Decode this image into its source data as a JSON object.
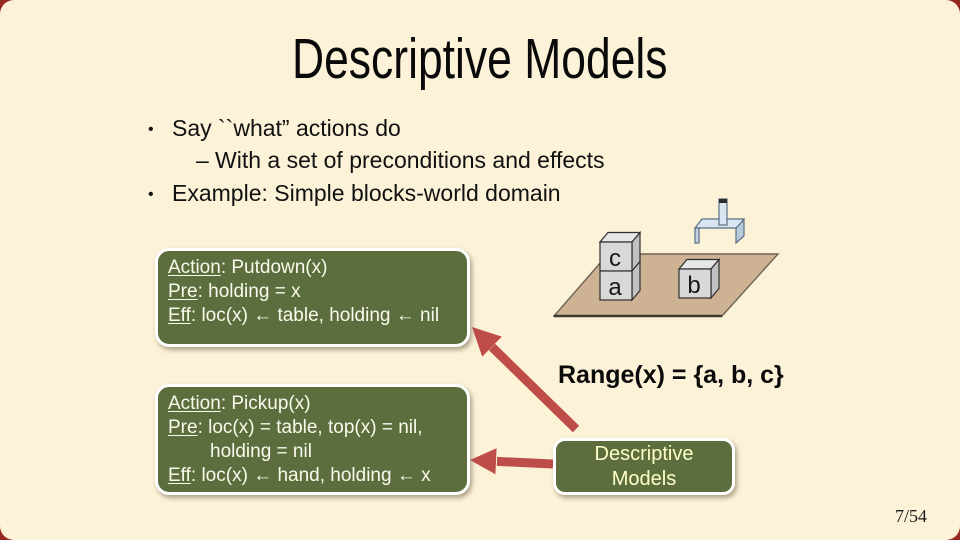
{
  "slide": {
    "title": "Descriptive Models",
    "page_number": "7/54",
    "bullets": [
      {
        "marker": "•",
        "text": "Say ``what” actions do"
      },
      {
        "marker": "–",
        "text": "With a set of preconditions and effects"
      },
      {
        "marker": "•",
        "text": "Example: Simple blocks-world domain"
      }
    ],
    "putdown_box": {
      "action_label": "Action",
      "action_rest": ": Putdown(x)",
      "pre_label": "Pre",
      "pre_rest": ": holding = x",
      "eff_label": "Eff",
      "eff_rest": ": loc(x) ← table, holding ← nil"
    },
    "pickup_box": {
      "action_label": "Action",
      "action_rest": ": Pickup(x)",
      "pre_label": "Pre",
      "pre_rest": ": loc(x) = table, top(x) = nil,",
      "pre_continuation": "holding = nil",
      "eff_label": "Eff",
      "eff_rest": ": loc(x) ← hand, holding ← x"
    },
    "range_text": "Range(x) = {a, b, c}",
    "model_box": {
      "line1": "Descriptive",
      "line2": "Models"
    },
    "diagram": {
      "block_a": "a",
      "block_b": "b",
      "block_c": "c"
    },
    "colors": {
      "background_cream": "#FCF2D8",
      "frame_maroon": "#962823",
      "box_green": "#5C6E3D",
      "box_border_white": "#FFFFFF",
      "box_text": "#FAFAEC",
      "model_box_text": "#FFFFC8",
      "arrow_red": "#BE4C48",
      "table_tan": "#CDB394",
      "block_gray": "#D8D8D8",
      "gripper_blue": "#D9E5F1"
    }
  }
}
